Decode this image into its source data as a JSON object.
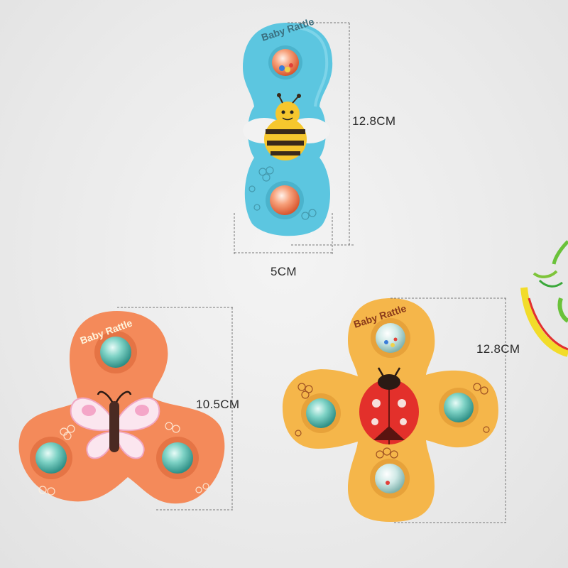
{
  "dimensions": {
    "blue_height": "12.8CM",
    "blue_width": "5CM",
    "orange_height": "10.5CM",
    "yellow_height": "12.8CM"
  },
  "toys": {
    "blue": {
      "brand": "Baby Rattle",
      "character": "bee",
      "color": "#5cc6e0"
    },
    "orange": {
      "brand": "Baby Rattle",
      "character": "butterfly",
      "color": "#f48a5a"
    },
    "yellow": {
      "brand": "Baby Rattle",
      "character": "ladybug",
      "color": "#f5b64a"
    }
  }
}
